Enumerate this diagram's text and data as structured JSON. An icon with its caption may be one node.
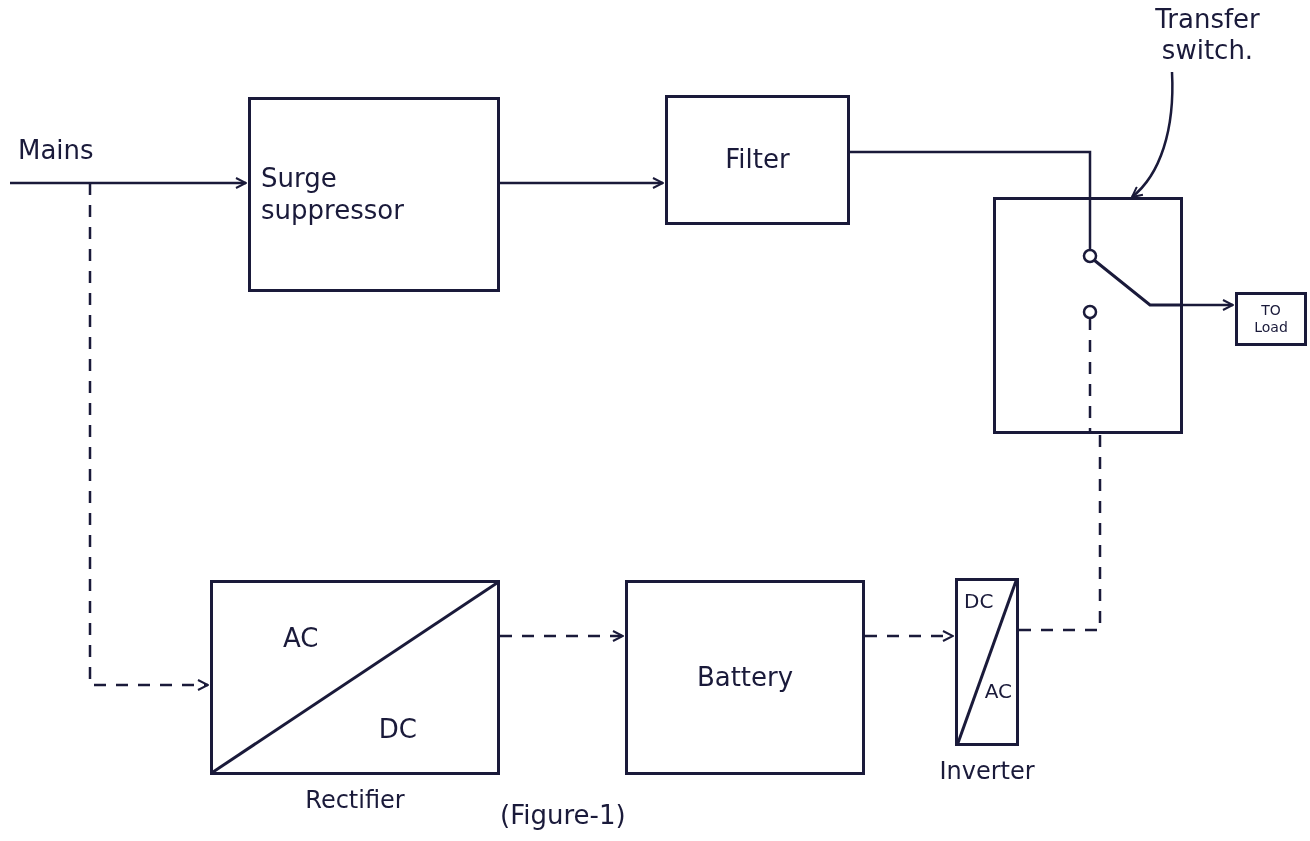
{
  "diagram": {
    "caption": "(Figure-1)",
    "nodes": [
      {
        "text": [
          "Mains"
        ]
      },
      {
        "text": [
          "Surge suppressor"
        ]
      },
      {
        "text": [
          "Filter"
        ]
      },
      {
        "text": [],
        "shape": "box"
      },
      {
        "text": [
          "Transfer switch."
        ]
      },
      {
        "text": [
          "TO Load"
        ]
      },
      {
        "text": [
          "AC",
          "DC"
        ],
        "beside": [
          "Rectifier"
        ]
      },
      {
        "text": [
          "Battery"
        ]
      },
      {
        "text": [
          "DC",
          "AC"
        ],
        "beside": [
          "Inverter"
        ]
      }
    ],
    "edges": [
      {
        "from": 0,
        "to": 1,
        "arrow": "to"
      },
      {
        "from": 1,
        "to": 2,
        "arrow": "to"
      },
      {
        "from": 2,
        "to": 3,
        "arrow": "none"
      },
      {
        "from": 3,
        "to": 5,
        "arrow": "to"
      },
      {
        "from": 4,
        "to": 3,
        "arrow": "to"
      },
      {
        "from": 0,
        "to": 6,
        "arrow": "to",
        "style": "dashed"
      },
      {
        "from": 6,
        "to": 7,
        "arrow": "to",
        "style": "dashed"
      },
      {
        "from": 7,
        "to": 8,
        "arrow": "to",
        "style": "dashed"
      },
      {
        "from": 8,
        "to": 3,
        "arrow": "none",
        "style": "dashed"
      }
    ]
  }
}
